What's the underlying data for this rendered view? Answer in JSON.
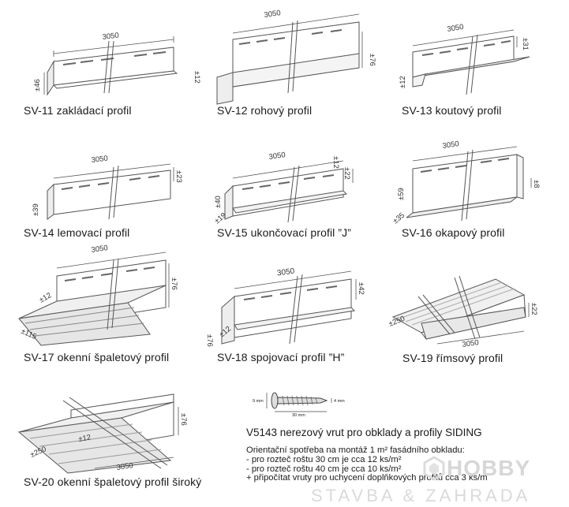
{
  "profiles": [
    {
      "caption": "SV-11 zakládací profil",
      "length": "3050",
      "dims": [
        "±46"
      ]
    },
    {
      "caption": "SV-12 rohový profil",
      "length": "3050",
      "dims": [
        "±76",
        "±12"
      ]
    },
    {
      "caption": "SV-13 koutový profil",
      "length": "3050",
      "dims": [
        "±31",
        "±12"
      ]
    },
    {
      "caption": "SV-14 lemovací profil",
      "length": "3050",
      "dims": [
        "±23",
        "±39"
      ]
    },
    {
      "caption": "SV-15 ukončovací profil ”J”",
      "length": "3050",
      "dims": [
        "±12",
        "±22",
        "±40",
        "±19"
      ]
    },
    {
      "caption": "SV-16 okapový profil",
      "length": "3050",
      "dims": [
        "±8",
        "±59",
        "±35"
      ]
    },
    {
      "caption": "SV-17 okenní špaletový profil",
      "length": "3050",
      "dims": [
        "±76",
        "±12",
        "±115"
      ]
    },
    {
      "caption": "SV-18 spojovací profil ”H”",
      "length": "3050",
      "dims": [
        "±42",
        "±76",
        "±12"
      ]
    },
    {
      "caption": "SV-19 římsový profil",
      "length": "3050",
      "dims": [
        "±22",
        "±250"
      ]
    },
    {
      "caption": "SV-20 okenní špaletový profil široký",
      "length": "3050",
      "dims": [
        "±76",
        "±250",
        "±12"
      ]
    }
  ],
  "screw": {
    "title": "V5143 nerezový vrut pro obklady a profily SIDING",
    "dim_head": "9 mm",
    "dim_shank": "4 mm",
    "dim_length": "30 mm"
  },
  "note": {
    "line1": "Orientační spotřeba na montáž 1 m² fasádního obkladu:",
    "line2": "- pro rozteč roštu 30 cm je cca 12 ks/m²",
    "line3": "- pro rozteč roštu 40 cm je cca 10 ks/m²",
    "line4": "+ připočítat vruty pro uchycení doplňkových profilů cca 3 ks/m"
  },
  "watermark": {
    "brand": "HOBBY",
    "tagline": "STAVBA & ZAHRADA"
  }
}
